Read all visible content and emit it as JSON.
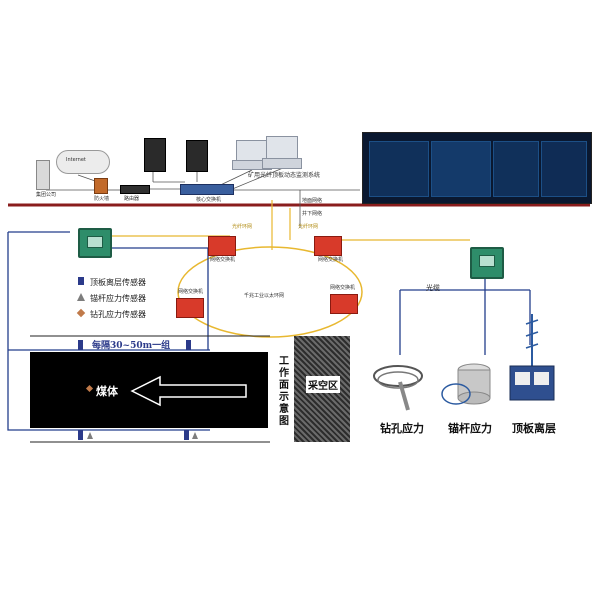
{
  "top": {
    "office_label": "集团公司",
    "internet_label": "Internet",
    "firewall_label": "防火墙",
    "router_label": "路由器",
    "core_switch_label": "核心交换机",
    "monitor_label": "矿用光纤顶板动态监测系统",
    "ground_network_label": "地面网络",
    "underground_network_label": "井下网络",
    "fiber_label_left": "光纤环网",
    "fiber_label_right": "光纤环网"
  },
  "ring": {
    "title": "千兆工业以太环网",
    "switch_label": "网络交换机"
  },
  "legend": [
    {
      "label": "顶板离层传感器",
      "shape": "square-icon",
      "color": "#2b3a8a"
    },
    {
      "label": "锚杆应力传感器",
      "shape": "triangle-icon",
      "color": "#7d7d7d"
    },
    {
      "label": "钻孔应力传感器",
      "shape": "diamond-icon",
      "color": "#c07a4a"
    }
  ],
  "workface": {
    "spacing_label": "每隔30~50m一组",
    "coal_label": "煤体",
    "mined_label": "采空区",
    "face_label": "工作面示意图"
  },
  "cable_label": "光缆",
  "sensors": [
    {
      "label": "钻孔应力"
    },
    {
      "label": "锚杆应力"
    },
    {
      "label": "顶板离层"
    }
  ],
  "colors": {
    "fiber": "#e8b830",
    "cable_blue": "#233e8c",
    "floor_line": "#8a1d1d",
    "switch_red": "#d83a2a",
    "station_green": "#2e8d6a",
    "coal": "#000000"
  }
}
